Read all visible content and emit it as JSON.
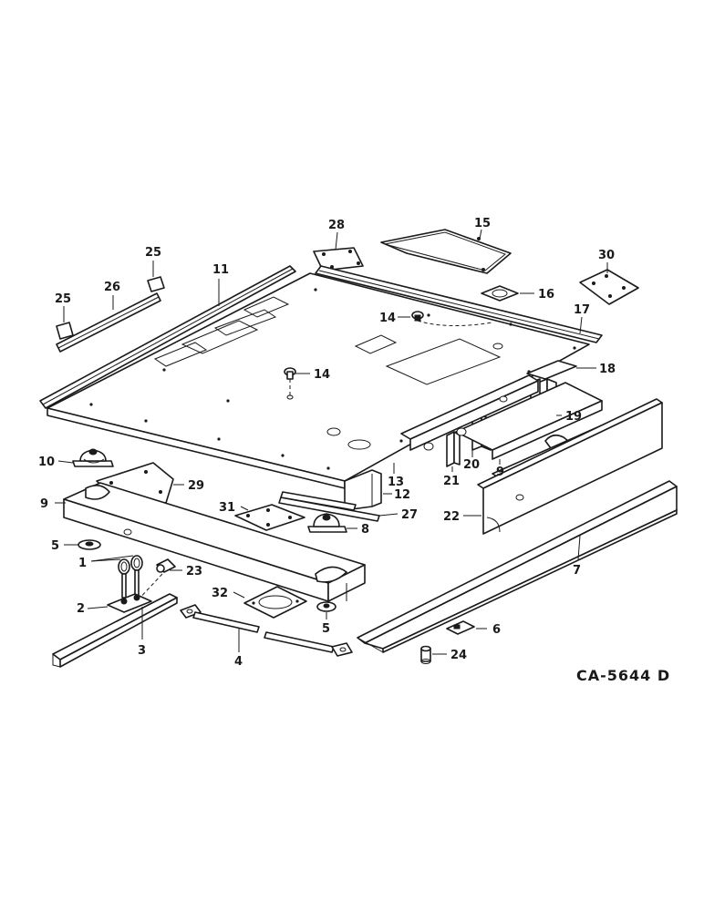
{
  "drawing_code": "CA-5644 D",
  "callouts": [
    "1",
    "2",
    "3",
    "4",
    "5",
    "5",
    "6",
    "7",
    "8",
    "9",
    "9",
    "10",
    "11",
    "12",
    "13",
    "14",
    "14",
    "15",
    "16",
    "17",
    "18",
    "19",
    "20",
    "21",
    "22",
    "23",
    "24",
    "25",
    "25",
    "26",
    "27",
    "28",
    "29",
    "30",
    "31",
    "32"
  ]
}
